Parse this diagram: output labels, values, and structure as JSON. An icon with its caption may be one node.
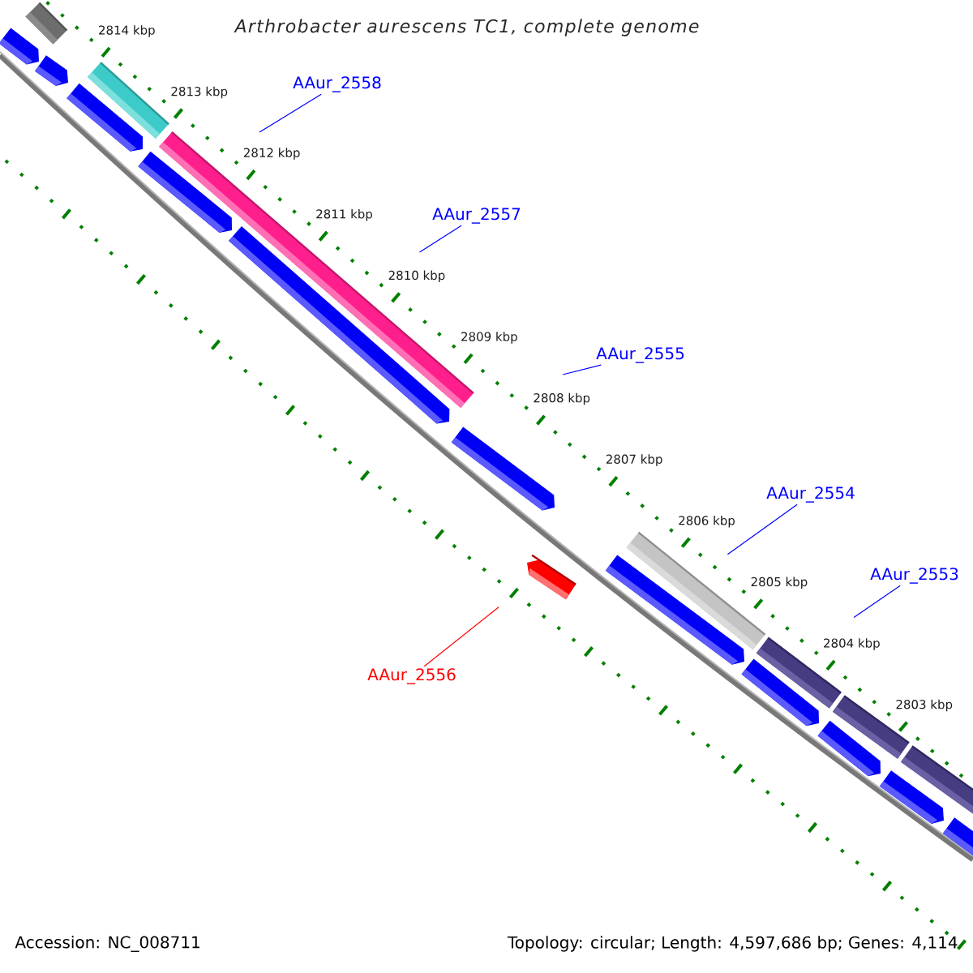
{
  "diagram": {
    "title": "Arthrobacter aurescens TC1, complete genome",
    "nodes": [
      {
        "text": [
          "AAur_2558"
        ]
      },
      {
        "text": [
          "AAur_2557"
        ]
      },
      {
        "text": [
          "AAur_2555"
        ]
      },
      {
        "text": [
          "AAur_2554"
        ]
      },
      {
        "text": [
          "AAur_2553"
        ]
      },
      {
        "text": [
          "AAur_2556"
        ]
      }
    ],
    "edges": [
      {
        "from": 0,
        "to": null,
        "arrow": "none"
      },
      {
        "from": 1,
        "to": null,
        "arrow": "none"
      },
      {
        "from": 2,
        "to": null,
        "arrow": "none"
      },
      {
        "from": 3,
        "to": null,
        "arrow": "none"
      },
      {
        "from": 4,
        "to": null,
        "arrow": "none"
      },
      {
        "from": 5,
        "to": null,
        "arrow": "none",
        "color": "#ff0000"
      }
    ],
    "labels": [
      "2814 kbp",
      "2813 kbp",
      "2812 kbp",
      "2811 kbp",
      "2810 kbp",
      "2809 kbp",
      "2808 kbp",
      "2807 kbp",
      "2806 kbp",
      "2805 kbp",
      "2804 kbp",
      "2803 kbp",
      "Accession: NC_008711",
      "Topology: circular; Length: 4,597,686 bp; Genes: 4,114"
    ]
  }
}
